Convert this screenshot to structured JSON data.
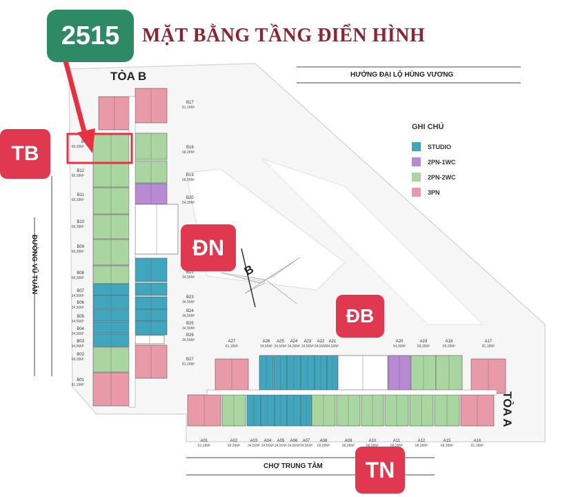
{
  "header": {
    "badge_number": "2515",
    "title": "MẶT BẰNG TẦNG ĐIỂN HÌNH"
  },
  "labels": {
    "toa_b": "TÒA B",
    "toa_a": "TÒA A",
    "road_top": "HƯỚNG ĐẠI LỘ HÙNG VƯƠNG",
    "road_left": "ĐƯỜNG VŨ TUÂN",
    "road_bottom": "CHỢ TRUNG TÂM",
    "compass": "B"
  },
  "directions": {
    "tb": "TB",
    "dn": "ĐN",
    "db": "ĐB",
    "tn": "TN"
  },
  "legend": {
    "title": "GHI CHÚ",
    "items": [
      {
        "label": "STUDIO",
        "color": "#3fa6bd"
      },
      {
        "label": "2PN-1WC",
        "color": "#b98ad4"
      },
      {
        "label": "2PN-2WC",
        "color": "#a9d6a0"
      },
      {
        "label": "3PN",
        "color": "#e89aa8"
      }
    ]
  },
  "colors": {
    "badge_green": "#2e8a64",
    "badge_red": "#e0384f",
    "arrow_red": "#e83040",
    "title_red": "#8b2530"
  },
  "units": {
    "b_left": [
      {
        "code": "B",
        "area": "68,28M²"
      },
      {
        "code": "B12",
        "area": "68,28M²"
      },
      {
        "code": "B11",
        "area": "68,28M²"
      },
      {
        "code": "B10",
        "area": "68,28M²"
      },
      {
        "code": "B09",
        "area": "68,28M²"
      },
      {
        "code": "B08",
        "area": "68,28M²"
      },
      {
        "code": "B07",
        "area": "34,56M²"
      },
      {
        "code": "B06",
        "area": "34,56M²"
      },
      {
        "code": "B05",
        "area": "34,56M²"
      },
      {
        "code": "B04",
        "area": "34,56M²"
      },
      {
        "code": "B03",
        "area": "34,56M²"
      },
      {
        "code": "B02",
        "area": "68,28M²"
      },
      {
        "code": "B01",
        "area": "81,18M²"
      }
    ],
    "b_right": [
      {
        "code": "B17",
        "area": "81,18M²"
      },
      {
        "code": "B18",
        "area": "68,28M²"
      },
      {
        "code": "B19",
        "area": "68,28M²"
      },
      {
        "code": "B20",
        "area": "54,09M²"
      },
      {
        "code": "B22",
        "area": "34,56M²"
      },
      {
        "code": "B23",
        "area": "34,56M²"
      },
      {
        "code": "B24",
        "area": "34,56M²"
      },
      {
        "code": "B25",
        "area": "34,56M²"
      },
      {
        "code": "B26",
        "area": "34,56M²"
      },
      {
        "code": "B27",
        "area": "81,18M²"
      }
    ],
    "a_top": [
      {
        "code": "A27",
        "area": "81,18M²"
      },
      {
        "code": "A26",
        "area": "34,56M²"
      },
      {
        "code": "A25",
        "area": "34,56M²"
      },
      {
        "code": "A24",
        "area": "34,56M²"
      },
      {
        "code": "A23",
        "area": "34,56M²"
      },
      {
        "code": "A22",
        "area": "34,56M²"
      },
      {
        "code": "A21",
        "area": "34,56M²"
      },
      {
        "code": "A20",
        "area": "54,09M²"
      },
      {
        "code": "A19",
        "area": "68,28M²"
      },
      {
        "code": "A18",
        "area": "68,28M²"
      },
      {
        "code": "A17",
        "area": "81,18M²"
      }
    ],
    "a_bottom": [
      {
        "code": "A01",
        "area": "81,18M²"
      },
      {
        "code": "A02",
        "area": "68,28M²"
      },
      {
        "code": "A03",
        "area": "34,56M²"
      },
      {
        "code": "A04",
        "area": "34,56M²"
      },
      {
        "code": "A05",
        "area": "34,56M²"
      },
      {
        "code": "A06",
        "area": "34,56M²"
      },
      {
        "code": "A07",
        "area": "34,56M²"
      },
      {
        "code": "A08",
        "area": "68,28M²"
      },
      {
        "code": "A09",
        "area": "68,28M²"
      },
      {
        "code": "A10",
        "area": "68,28M²"
      },
      {
        "code": "A11",
        "area": "68,28M²"
      },
      {
        "code": "A12",
        "area": "68,28M²"
      },
      {
        "code": "A15",
        "area": "68,28M²"
      },
      {
        "code": "A16",
        "area": "81,18M²"
      }
    ]
  }
}
